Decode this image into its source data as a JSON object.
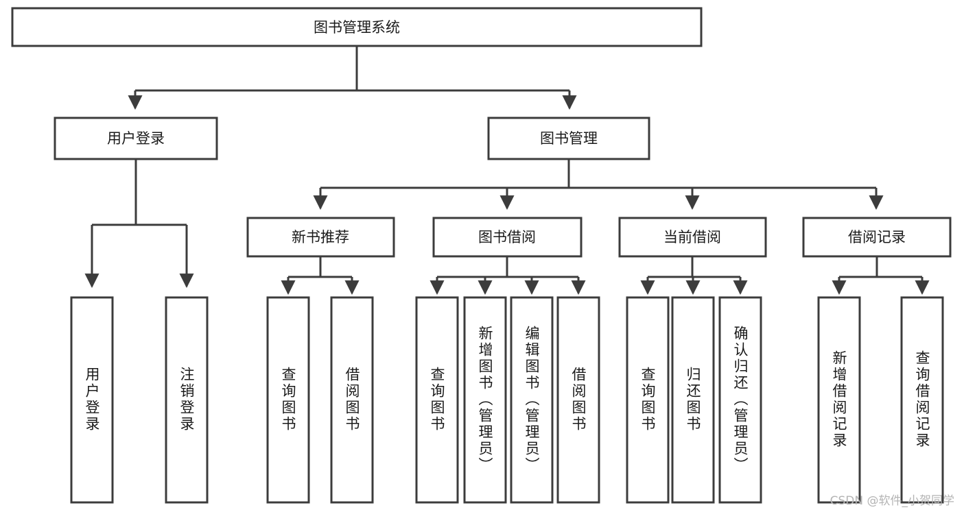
{
  "diagram": {
    "type": "tree",
    "title": "图书管理系统",
    "orientation": "top-down",
    "colors": {
      "stroke": "#3c3c3c",
      "fill": "#ffffff",
      "text": "#1a1a1a",
      "background": "#ffffff",
      "watermark": "#b4b4b4"
    },
    "root": {
      "label": "图书管理系统",
      "text_orientation": "horizontal"
    },
    "level2": [
      {
        "label": "用户登录",
        "text_orientation": "horizontal"
      },
      {
        "label": "图书管理",
        "text_orientation": "horizontal"
      }
    ],
    "level3": [
      {
        "label": "新书推荐",
        "text_orientation": "horizontal",
        "parent": "图书管理"
      },
      {
        "label": "图书借阅",
        "text_orientation": "horizontal",
        "parent": "图书管理"
      },
      {
        "label": "当前借阅",
        "text_orientation": "horizontal",
        "parent": "图书管理"
      },
      {
        "label": "借阅记录",
        "text_orientation": "horizontal",
        "parent": "图书管理"
      }
    ],
    "leaves": [
      {
        "label": "用户登录",
        "text_orientation": "vertical",
        "parent": "用户登录"
      },
      {
        "label": "注销登录",
        "text_orientation": "vertical",
        "parent": "用户登录"
      },
      {
        "label": "查询图书",
        "text_orientation": "vertical",
        "parent": "新书推荐"
      },
      {
        "label": "借阅图书",
        "text_orientation": "vertical",
        "parent": "新书推荐"
      },
      {
        "label": "查询图书",
        "text_orientation": "vertical",
        "parent": "图书借阅"
      },
      {
        "label": "新增图书（管理员）",
        "text_orientation": "vertical",
        "parent": "图书借阅"
      },
      {
        "label": "编辑图书（管理员）",
        "text_orientation": "vertical",
        "parent": "图书借阅"
      },
      {
        "label": "借阅图书",
        "text_orientation": "vertical",
        "parent": "图书借阅"
      },
      {
        "label": "查询图书",
        "text_orientation": "vertical",
        "parent": "当前借阅"
      },
      {
        "label": "归还图书",
        "text_orientation": "vertical",
        "parent": "当前借阅"
      },
      {
        "label": "确认归还（管理员）",
        "text_orientation": "vertical",
        "parent": "当前借阅"
      },
      {
        "label": "新增借阅记录",
        "text_orientation": "vertical",
        "parent": "借阅记录"
      },
      {
        "label": "查询借阅记录",
        "text_orientation": "vertical",
        "parent": "借阅记录"
      }
    ]
  },
  "watermark": {
    "text": "CSDN @软件_小贺同学"
  }
}
